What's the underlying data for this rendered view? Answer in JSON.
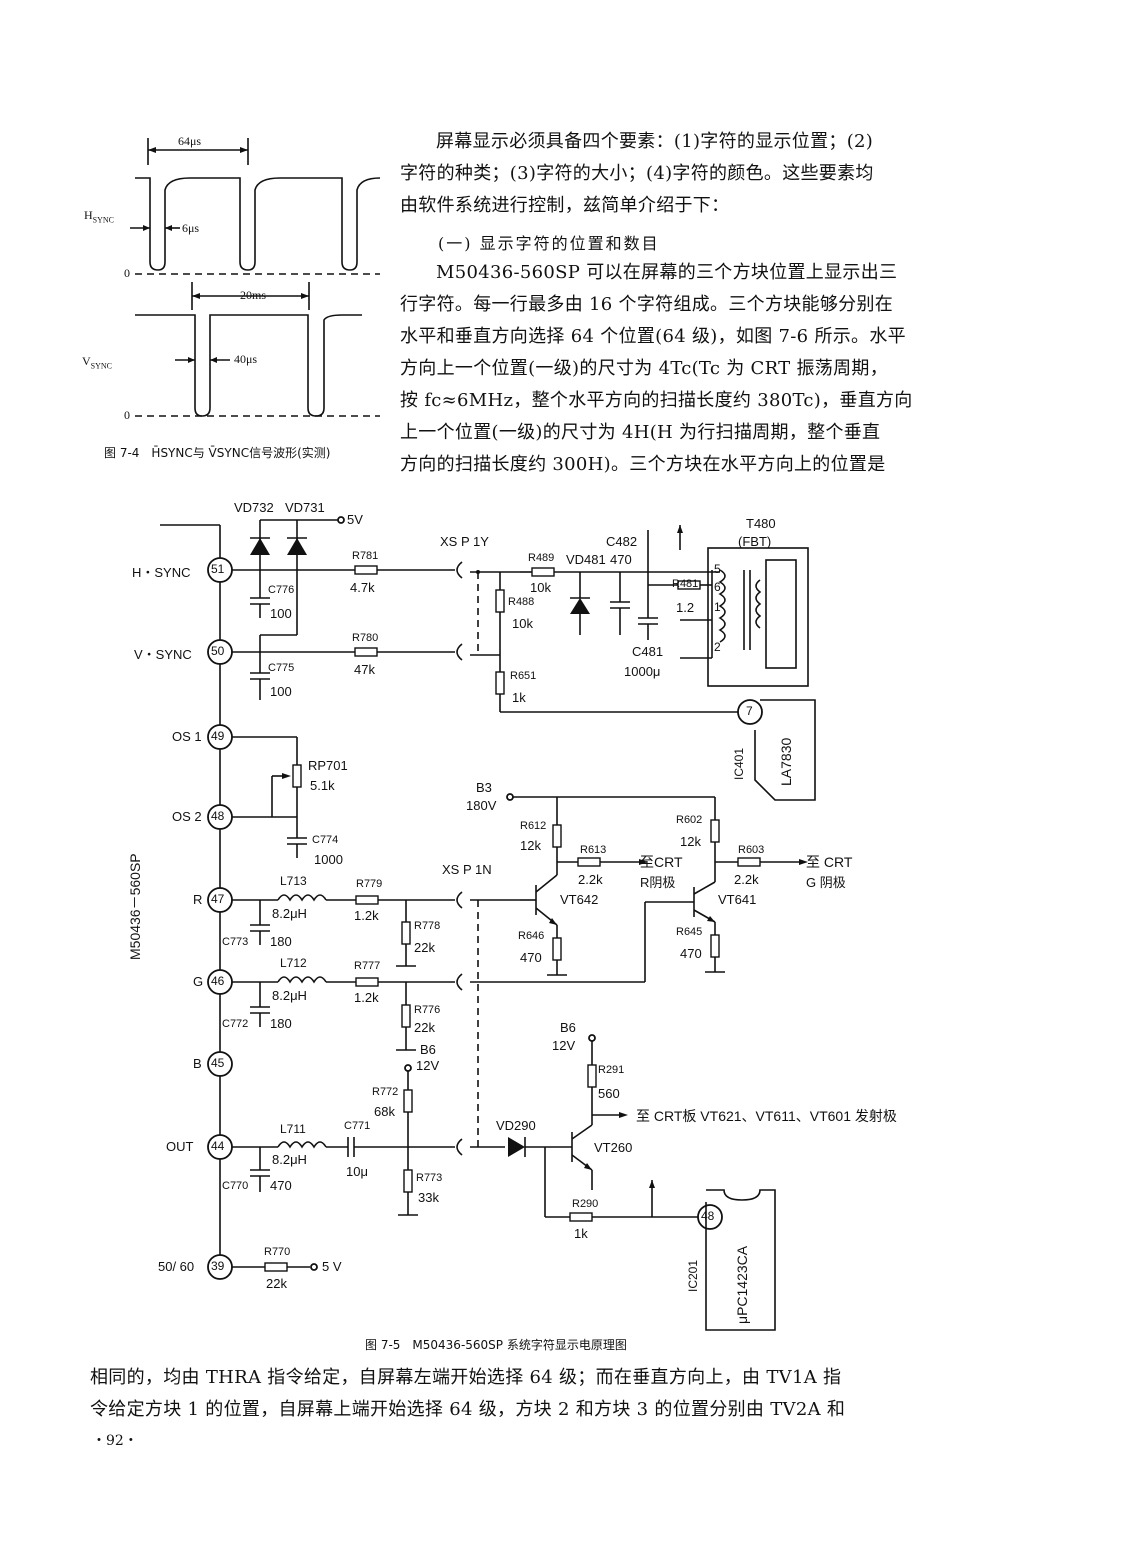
{
  "waveform_figure": {
    "hsync_label": "H",
    "hsync_sub": "SYNC",
    "vsync_label": "V",
    "vsync_sub": "SYNC",
    "period_h": "64μs",
    "pulse_h": "6μs",
    "period_v": "20ms",
    "pulse_v": "40μs",
    "zero_h": "0",
    "zero_v": "0",
    "caption": "图 7-4　H̄SYNC与 V̄SYNC信号波形(实测)"
  },
  "text": {
    "para1_lines": [
      "屏幕显示必须具备四个要素：(1)字符的显示位置；(2)",
      "字符的种类；(3)字符的大小；(4)字符的颜色。这些要素均",
      "由软件系统进行控制，兹简单介绍于下："
    ],
    "heading": "(一) 显示字符的位置和数目",
    "para2_lines": [
      "M50436-560SP 可以在屏幕的三个方块位置上显示出三",
      "行字符。每一行最多由 16 个字符组成。三个方块能够分别在",
      "水平和垂直方向选择 64 个位置(64 级)，如图 7-6 所示。水平",
      "方向上一个位置(一级)的尺寸为 4Tc(Tc 为 CRT 振荡周期，",
      "按 fc≈6MHz，整个水平方向的扫描长度约 380Tc)，垂直方向",
      "上一个位置(一级)的尺寸为 4H(H 为行扫描周期，整个垂直",
      "方向的扫描长度约 300H)。三个方块在水平方向上的位置是"
    ],
    "para3_lines": [
      "相同的，均由 THRA 指令给定，自屏幕左端开始选择 64 级；而在垂直方向上，由 TV1A 指",
      "令给定方块 1 的位置，自屏幕上端开始选择 64 级，方块 2 和方块 3 的位置分别由 TV2A 和"
    ],
    "page_number": "・92・"
  },
  "circuit": {
    "caption": "图 7-5　M50436-560SP 系统字符显示电原理图",
    "ic_name": "M50436－560SP",
    "pins": [
      {
        "num": "51",
        "label": "H・SYNC"
      },
      {
        "num": "50",
        "label": "V・SYNC"
      },
      {
        "num": "49",
        "label": "OS 1"
      },
      {
        "num": "48",
        "label": "OS 2"
      },
      {
        "num": "47",
        "label": "R"
      },
      {
        "num": "46",
        "label": "G"
      },
      {
        "num": "45",
        "label": "B"
      },
      {
        "num": "44",
        "label": "OUT"
      },
      {
        "num": "39",
        "label": "50/ 60"
      }
    ],
    "labels": {
      "vd732": "VD732",
      "vd731": "VD731",
      "v5_top": "5V",
      "c776": "C776",
      "c776v": "100",
      "c775": "C775",
      "c775v": "100",
      "r781": "R781",
      "r781v": "4.7k",
      "r780": "R780",
      "r780v": "47k",
      "xs1y": "XS P 1Y",
      "r489": "R489",
      "r489v": "10k",
      "vd481": "VD481",
      "c482": "C482",
      "c482v": "470",
      "r488": "R488",
      "r488v": "10k",
      "r481": "R481",
      "r481v": "1.2",
      "c481": "C481",
      "c481v": "1000μ",
      "t480": "T480",
      "fbt": "(FBT)",
      "fbt_pins": [
        "5",
        "6",
        "1",
        "2"
      ],
      "r651": "R651",
      "r651v": "1k",
      "la_pin": "7",
      "ic401": "IC401",
      "la7830": "LA7830",
      "rp701": "RP701",
      "rp701v": "5.1k",
      "c774": "C774",
      "c774v": "1000",
      "b3": "B3",
      "b3v": "180V",
      "r612": "R612",
      "r612v": "12k",
      "r602": "R602",
      "r602v": "12k",
      "r613": "R613",
      "r613v": "2.2k",
      "to_crt_r": "至CRT",
      "to_crt_r2": "R阴极",
      "r603": "R603",
      "r603v": "2.2k",
      "to_crt_g": "至 CRT",
      "to_crt_g2": "G 阴极",
      "xs1n": "XS P 1N",
      "vt642": "VT642",
      "vt641": "VT641",
      "r646": "R646",
      "r646v": "470",
      "r645": "R645",
      "r645v": "470",
      "l713": "L713",
      "l713v": "8.2μH",
      "r779": "R779",
      "r779v": "1.2k",
      "r778": "R778",
      "r778v": "22k",
      "c773": "C773",
      "c773v": "180",
      "l712": "L712",
      "l712v": "8.2μH",
      "r777": "R777",
      "r777v": "1.2k",
      "r776": "R776",
      "r776v": "22k",
      "c772": "C772",
      "c772v": "180",
      "b6a": "B6",
      "b6av": "12V",
      "r772": "R772",
      "r772v": "68k",
      "l711": "L711",
      "l711v": "8.2μH",
      "c771": "C771",
      "c771v": "10μ",
      "c770": "C770",
      "c770v": "470",
      "r773": "R773",
      "r773v": "33k",
      "vd290": "VD290",
      "b6b": "B6",
      "b6bv": "12V",
      "r291": "R291",
      "r291v": "560",
      "to_crt_board": "至 CRT板 VT621、VT611、VT601 发射极",
      "vt260": "VT260",
      "r290": "R290",
      "r290v": "1k",
      "upc_pin": "48",
      "ic201": "IC201",
      "upc1423": "μPC1423CA",
      "r770": "R770",
      "r770v": "22k",
      "v5_bottom": "5 V"
    }
  }
}
